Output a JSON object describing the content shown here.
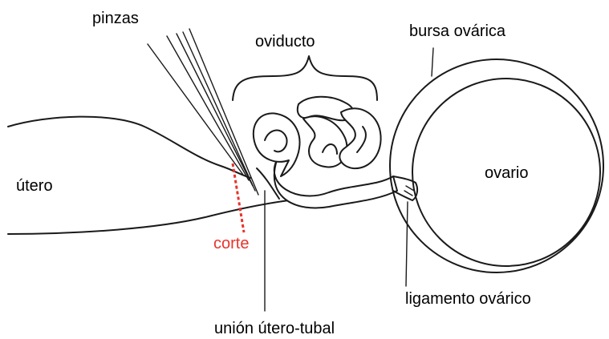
{
  "labels": {
    "pinzas": "pinzas",
    "oviducto": "oviducto",
    "bursa": "bursa ovárica",
    "utero": "útero",
    "ovario": "ovario",
    "corte": "corte",
    "ligamento": "ligamento ovárico",
    "union": "unión útero-tubal"
  },
  "colors": {
    "line": "#1a1a1a",
    "cut": "#e8332a"
  }
}
